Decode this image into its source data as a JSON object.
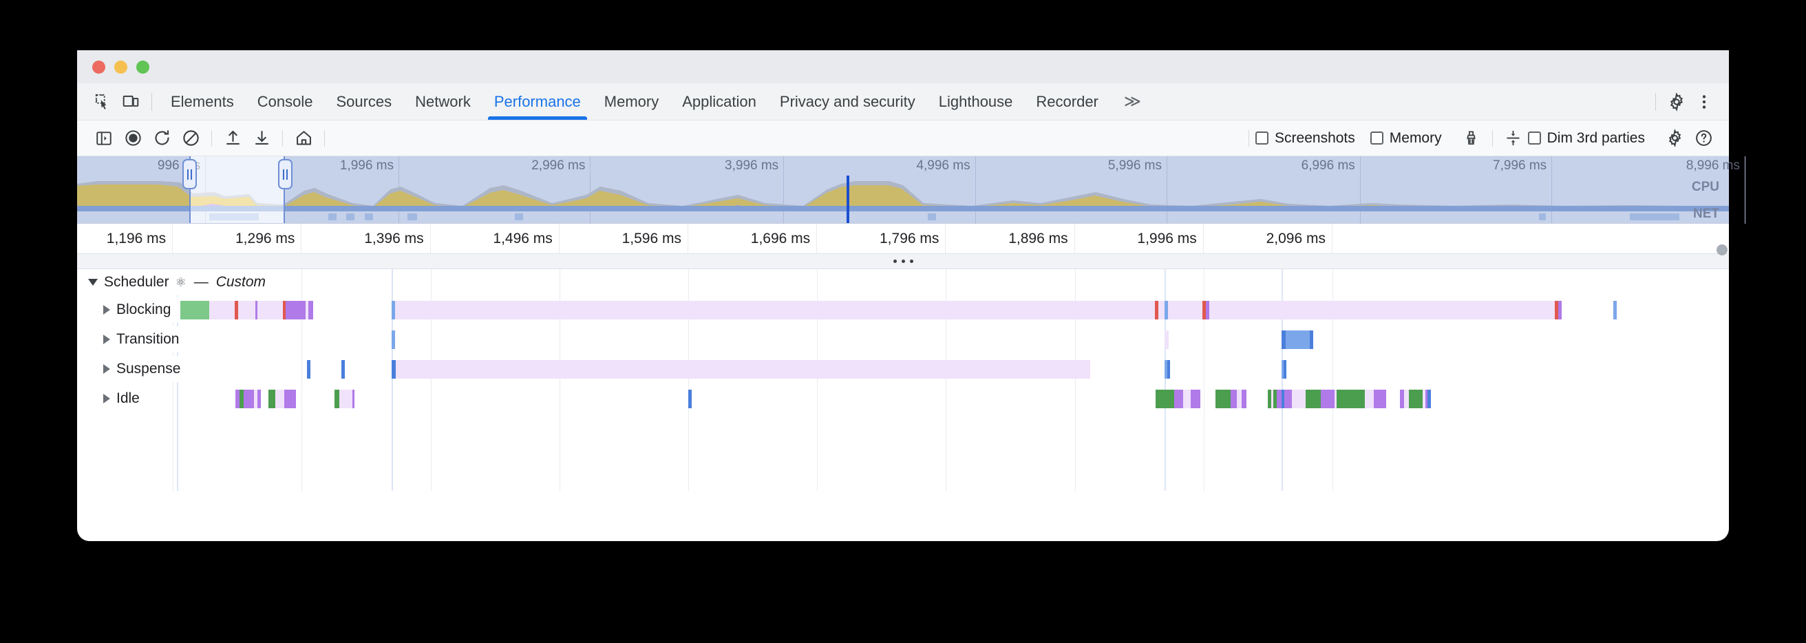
{
  "window": {
    "traffic_lights": [
      "close",
      "minimize",
      "maximize"
    ]
  },
  "tabbar": {
    "inspect_icon": "inspect-element-icon",
    "device_icon": "device-toolbar-icon",
    "tabs": [
      {
        "label": "Elements",
        "active": false
      },
      {
        "label": "Console",
        "active": false
      },
      {
        "label": "Sources",
        "active": false
      },
      {
        "label": "Network",
        "active": false
      },
      {
        "label": "Performance",
        "active": true
      },
      {
        "label": "Memory",
        "active": false
      },
      {
        "label": "Application",
        "active": false
      },
      {
        "label": "Privacy and security",
        "active": false
      },
      {
        "label": "Lighthouse",
        "active": false
      },
      {
        "label": "Recorder",
        "active": false
      }
    ],
    "more_label": "≫",
    "settings_icon": "gear-icon",
    "menu_icon": "kebab-menu-icon",
    "accent_color": "#1a73e8"
  },
  "toolbar": {
    "tools": [
      {
        "name": "toggle-sidebar-icon"
      },
      {
        "name": "record-icon"
      },
      {
        "name": "reload-and-record-icon"
      },
      {
        "name": "clear-icon"
      },
      {
        "name": "load-profile-icon"
      },
      {
        "name": "save-profile-icon"
      },
      {
        "name": "home-icon"
      }
    ],
    "checkboxes": [
      {
        "label": "Screenshots",
        "checked": false
      },
      {
        "label": "Memory",
        "checked": false
      },
      {
        "label": "Dim 3rd parties",
        "checked": false
      }
    ],
    "garbage_icon": "collect-garbage-icon",
    "resize_icon": "expand-collapse-icon",
    "settings_icon": "capture-settings-icon",
    "help_icon": "help-icon"
  },
  "overview": {
    "cpu_label": "CPU",
    "net_label": "NET",
    "ticks": [
      {
        "label": "996 ms",
        "x": 7.8
      },
      {
        "label": "1,996 ms",
        "x": 19.5
      },
      {
        "label": "2,996 ms",
        "x": 31.1
      },
      {
        "label": "3,996 ms",
        "x": 42.8
      },
      {
        "label": "4,996 ms",
        "x": 54.4
      },
      {
        "label": "5,996 ms",
        "x": 66.0
      },
      {
        "label": "6,996 ms",
        "x": 77.7
      },
      {
        "label": "7,996 ms",
        "x": 89.3
      },
      {
        "label": "8,996 ms",
        "x": 101.0
      }
    ],
    "selection": {
      "start_pct": 6.8,
      "end_pct": 12.6
    },
    "marker_pct": 46.6
  },
  "detail_ruler": {
    "ticks": [
      {
        "label": "1,196 ms",
        "x": 5.8
      },
      {
        "label": "1,296 ms",
        "x": 13.6
      },
      {
        "label": "1,396 ms",
        "x": 21.4
      },
      {
        "label": "1,496 ms",
        "x": 29.2
      },
      {
        "label": "1,596 ms",
        "x": 37.0
      },
      {
        "label": "1,696 ms",
        "x": 44.8
      },
      {
        "label": "1,796 ms",
        "x": 52.6
      },
      {
        "label": "1,896 ms",
        "x": 60.4
      },
      {
        "label": "1,996 ms",
        "x": 68.2
      },
      {
        "label": "2,096 ms",
        "x": 76.0
      }
    ]
  },
  "flamechart": {
    "group": {
      "title": "Scheduler",
      "atom_icon": "⚛",
      "separator": "—",
      "subtitle": "Custom",
      "expanded": true
    },
    "tracks": [
      {
        "label": "Blocking",
        "expanded": false
      },
      {
        "label": "Transition",
        "expanded": false
      },
      {
        "label": "Suspense",
        "expanded": false
      },
      {
        "label": "Idle",
        "expanded": false
      }
    ],
    "colors": {
      "lavender": "#f0e2fa",
      "purple": "#b07ae8",
      "green": "#7dc98a",
      "green_dark": "#4c9e4f",
      "red": "#e0584f",
      "blue": "#7ba7ea",
      "blue_dark": "#4a7fdc",
      "yellow": "#f4c430"
    },
    "bars": {
      "blocking": [
        {
          "x": 6.05,
          "w": 0.18,
          "c": "yellow"
        },
        {
          "x": 6.23,
          "w": 1.78,
          "c": "green"
        },
        {
          "x": 8.01,
          "w": 1.55,
          "c": "lavender"
        },
        {
          "x": 9.56,
          "w": 0.17,
          "c": "red"
        },
        {
          "x": 9.73,
          "w": 1.06,
          "c": "lavender"
        },
        {
          "x": 10.79,
          "w": 0.14,
          "c": "purple"
        },
        {
          "x": 10.93,
          "w": 1.52,
          "c": "lavender"
        },
        {
          "x": 12.45,
          "w": 0.18,
          "c": "red"
        },
        {
          "x": 12.63,
          "w": 0.14,
          "c": "purple"
        },
        {
          "x": 12.77,
          "w": 1.06,
          "c": "purple"
        },
        {
          "x": 13.83,
          "w": 0.18,
          "c": "lavender"
        },
        {
          "x": 14.01,
          "w": 0.3,
          "c": "purple"
        },
        {
          "x": 19.05,
          "w": 0.18,
          "c": "blue"
        },
        {
          "x": 19.23,
          "w": 46.0,
          "c": "lavender"
        },
        {
          "x": 65.23,
          "w": 0.22,
          "c": "red"
        },
        {
          "x": 65.45,
          "w": 0.4,
          "c": "lavender"
        },
        {
          "x": 65.85,
          "w": 0.18,
          "c": "blue"
        },
        {
          "x": 66.03,
          "w": 2.1,
          "c": "lavender"
        },
        {
          "x": 68.13,
          "w": 0.2,
          "c": "red"
        },
        {
          "x": 68.33,
          "w": 0.22,
          "c": "purple"
        },
        {
          "x": 68.55,
          "w": 20.9,
          "c": "lavender"
        },
        {
          "x": 89.45,
          "w": 0.2,
          "c": "red"
        },
        {
          "x": 89.65,
          "w": 0.22,
          "c": "purple"
        },
        {
          "x": 93.0,
          "w": 0.2,
          "c": "blue"
        }
      ],
      "transition": [
        {
          "x": 19.05,
          "w": 0.2,
          "c": "blue"
        },
        {
          "x": 65.85,
          "w": 0.24,
          "c": "lavender"
        },
        {
          "x": 72.9,
          "w": 0.26,
          "c": "blue_dark"
        },
        {
          "x": 73.16,
          "w": 1.45,
          "c": "blue"
        },
        {
          "x": 74.61,
          "w": 0.22,
          "c": "blue_dark"
        }
      ],
      "suspense": [
        {
          "x": 13.9,
          "w": 0.22,
          "c": "blue_dark"
        },
        {
          "x": 16.0,
          "w": 0.22,
          "c": "blue_dark"
        },
        {
          "x": 19.05,
          "w": 0.25,
          "c": "blue_dark"
        },
        {
          "x": 19.3,
          "w": 41.8,
          "c": "lavender"
        },
        {
          "x": 61.1,
          "w": 0.22,
          "c": "lavender"
        },
        {
          "x": 65.85,
          "w": 0.14,
          "c": "blue"
        },
        {
          "x": 65.99,
          "w": 0.18,
          "c": "blue_dark"
        },
        {
          "x": 72.9,
          "w": 0.14,
          "c": "blue"
        },
        {
          "x": 73.04,
          "w": 0.16,
          "c": "blue_dark"
        }
      ],
      "idle": [
        {
          "x": 9.6,
          "w": 0.25,
          "c": "purple"
        },
        {
          "x": 9.85,
          "w": 0.22,
          "c": "green_dark"
        },
        {
          "x": 10.07,
          "w": 0.65,
          "c": "purple"
        },
        {
          "x": 10.72,
          "w": 0.18,
          "c": "lavender"
        },
        {
          "x": 10.9,
          "w": 0.22,
          "c": "purple"
        },
        {
          "x": 11.6,
          "w": 0.38,
          "c": "green_dark"
        },
        {
          "x": 11.98,
          "w": 0.55,
          "c": "lavender"
        },
        {
          "x": 12.53,
          "w": 0.7,
          "c": "purple"
        },
        {
          "x": 15.6,
          "w": 0.28,
          "c": "green_dark"
        },
        {
          "x": 15.88,
          "w": 0.8,
          "c": "lavender"
        },
        {
          "x": 16.68,
          "w": 0.12,
          "c": "purple"
        },
        {
          "x": 37.0,
          "w": 0.2,
          "c": "blue_dark"
        },
        {
          "x": 65.3,
          "w": 1.1,
          "c": "green_dark"
        },
        {
          "x": 66.4,
          "w": 0.55,
          "c": "purple"
        },
        {
          "x": 66.95,
          "w": 0.45,
          "c": "lavender"
        },
        {
          "x": 67.4,
          "w": 0.6,
          "c": "purple"
        },
        {
          "x": 68.9,
          "w": 0.95,
          "c": "green_dark"
        },
        {
          "x": 69.85,
          "w": 0.35,
          "c": "purple"
        },
        {
          "x": 70.2,
          "w": 0.28,
          "c": "lavender"
        },
        {
          "x": 70.48,
          "w": 0.3,
          "c": "purple"
        },
        {
          "x": 72.1,
          "w": 0.18,
          "c": "green_dark"
        },
        {
          "x": 72.28,
          "w": 0.14,
          "c": "lavender"
        },
        {
          "x": 72.42,
          "w": 0.2,
          "c": "green_dark"
        },
        {
          "x": 72.62,
          "w": 0.3,
          "c": "purple"
        },
        {
          "x": 72.92,
          "w": 0.16,
          "c": "blue_dark"
        },
        {
          "x": 73.08,
          "w": 0.48,
          "c": "purple"
        },
        {
          "x": 73.56,
          "w": 0.8,
          "c": "lavender"
        },
        {
          "x": 74.36,
          "w": 0.95,
          "c": "green_dark"
        },
        {
          "x": 75.31,
          "w": 0.8,
          "c": "purple"
        },
        {
          "x": 76.11,
          "w": 0.16,
          "c": "lavender"
        },
        {
          "x": 76.27,
          "w": 1.7,
          "c": "green_dark"
        },
        {
          "x": 77.97,
          "w": 0.55,
          "c": "lavender"
        },
        {
          "x": 78.52,
          "w": 0.75,
          "c": "purple"
        },
        {
          "x": 80.1,
          "w": 0.22,
          "c": "purple"
        },
        {
          "x": 80.32,
          "w": 0.3,
          "c": "lavender"
        },
        {
          "x": 80.62,
          "w": 0.85,
          "c": "green_dark"
        },
        {
          "x": 81.47,
          "w": 0.14,
          "c": "lavender"
        },
        {
          "x": 81.61,
          "w": 0.16,
          "c": "purple"
        },
        {
          "x": 81.77,
          "w": 0.18,
          "c": "blue_dark"
        }
      ]
    }
  }
}
